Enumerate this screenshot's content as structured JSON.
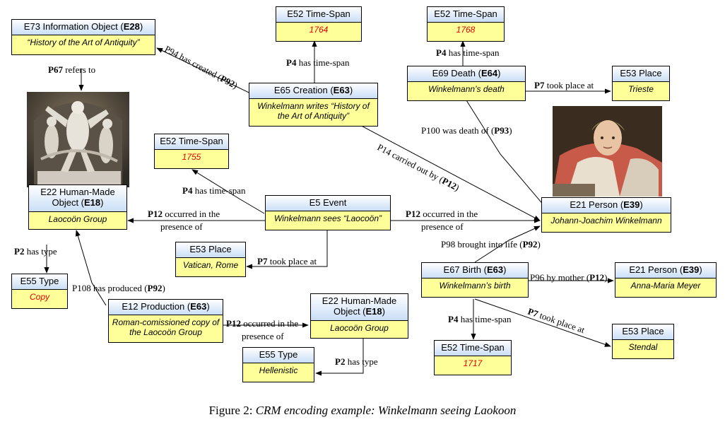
{
  "nodes": [
    {
      "id": "n_e73",
      "cls": "E73 Information Object",
      "code": "E28",
      "value": "“History of the Art of Antiquity”",
      "red": false
    },
    {
      "id": "n_ts1764",
      "cls": "E52 Time-Span",
      "code": "",
      "value": "1764",
      "red": true
    },
    {
      "id": "n_ts1768",
      "cls": "E52 Time-Span",
      "code": "",
      "value": "1768",
      "red": true
    },
    {
      "id": "n_death",
      "cls": "E69 Death",
      "code": "E64",
      "value": "Winkelmann’s death",
      "red": false
    },
    {
      "id": "n_trieste",
      "cls": "E53 Place",
      "code": "",
      "value": "Trieste",
      "red": false
    },
    {
      "id": "n_creation",
      "cls": "E65 Creation",
      "code": "E63",
      "value": "Winkelmann writes “History of the Art of Antiquity”",
      "red": false
    },
    {
      "id": "n_ts1755",
      "cls": "E52 Time-Span",
      "code": "",
      "value": "1755",
      "red": true
    },
    {
      "id": "n_hmo1",
      "cls": "E22 Human-Made Object",
      "code": "E18",
      "value": "Laocoön Group",
      "red": false
    },
    {
      "id": "n_event",
      "cls": "E5 Event",
      "code": "",
      "value": "Winkelmann sees “Laocoön”",
      "red": false
    },
    {
      "id": "n_person1",
      "cls": "E21 Person",
      "code": "E39",
      "value": "Johann-Joachim Winkelmann",
      "red": false
    },
    {
      "id": "n_vatican",
      "cls": "E53 Place",
      "code": "",
      "value": "Vatican, Rome",
      "red": false
    },
    {
      "id": "n_birth",
      "cls": "E67 Birth",
      "code": "E63",
      "value": "Winkelmann’s birth",
      "red": false
    },
    {
      "id": "n_person2",
      "cls": "E21 Person",
      "code": "E39",
      "value": "Anna-Maria Meyer",
      "red": false
    },
    {
      "id": "n_copy",
      "cls": "E55 Type",
      "code": "",
      "value": "Copy",
      "red": true
    },
    {
      "id": "n_production",
      "cls": "E12 Production",
      "code": "E63",
      "value": "Roman-comissioned copy of the Laocoön Group",
      "red": false
    },
    {
      "id": "n_hmo2",
      "cls": "E22 Human-Made Object",
      "code": "E18",
      "value": "Laocoön Group",
      "red": false
    },
    {
      "id": "n_ts1717",
      "cls": "E52 Time-Span",
      "code": "",
      "value": "1717",
      "red": true
    },
    {
      "id": "n_stendal",
      "cls": "E53 Place",
      "code": "",
      "value": "Stendal",
      "red": false
    },
    {
      "id": "n_hellenistic",
      "cls": "E55 Type",
      "code": "",
      "value": "Hellenistic",
      "red": false
    }
  ],
  "edges": [
    {
      "id": "e_p67",
      "text": "refers to",
      "code": "P67",
      "order": "code-first"
    },
    {
      "id": "e_p94",
      "text": "P94 has created",
      "code": "P92",
      "order": "code-last"
    },
    {
      "id": "e_p4_creation",
      "text": "has time-span",
      "code": "P4",
      "order": "code-first"
    },
    {
      "id": "e_p4_death",
      "text": "has time-span",
      "code": "P4",
      "order": "code-first"
    },
    {
      "id": "e_p7_death",
      "text": "took place at",
      "code": "P7",
      "order": "code-first"
    },
    {
      "id": "e_p100",
      "text": "P100 was death of",
      "code": "P93",
      "order": "code-last"
    },
    {
      "id": "e_p14",
      "text": "P14 carried out by",
      "code": "P12",
      "order": "code-last"
    },
    {
      "id": "e_p4_event",
      "text": "has time-span",
      "code": "P4",
      "order": "code-first"
    },
    {
      "id": "e_p12_left",
      "text": "occurred in the presence of",
      "code": "P12",
      "order": "code-first"
    },
    {
      "id": "e_p12_right",
      "text": "occurred in the presence of",
      "code": "P12",
      "order": "code-first"
    },
    {
      "id": "e_p7_event",
      "text": "took place at",
      "code": "P7",
      "order": "code-first"
    },
    {
      "id": "e_p98",
      "text": "P98 brought into life",
      "code": "P92",
      "order": "code-last"
    },
    {
      "id": "e_p96",
      "text": "P96 by mother",
      "code": "P12",
      "order": "code-last"
    },
    {
      "id": "e_p2_copy",
      "text": "has type",
      "code": "P2",
      "order": "code-first"
    },
    {
      "id": "e_p108",
      "text": "P108 has produced",
      "code": "P92",
      "order": "code-last"
    },
    {
      "id": "e_p12_prod",
      "text": "occurred in the presence of",
      "code": "P12",
      "order": "code-first"
    },
    {
      "id": "e_p4_birth",
      "text": "has time-span",
      "code": "P4",
      "order": "code-first"
    },
    {
      "id": "e_p7_birth",
      "text": "took place at",
      "code": "P7",
      "order": "code-first"
    },
    {
      "id": "e_p2_hell",
      "text": "has type",
      "code": "P2",
      "order": "code-first"
    }
  ],
  "caption": {
    "prefix": "Figure 2:",
    "text": "CRM encoding example: Winkelmann seeing Laokoon"
  },
  "colors": {
    "header_top": "#ffffff",
    "header_bottom": "#c9def6",
    "value_bg": "#ffff99",
    "red_text": "#e00000"
  }
}
